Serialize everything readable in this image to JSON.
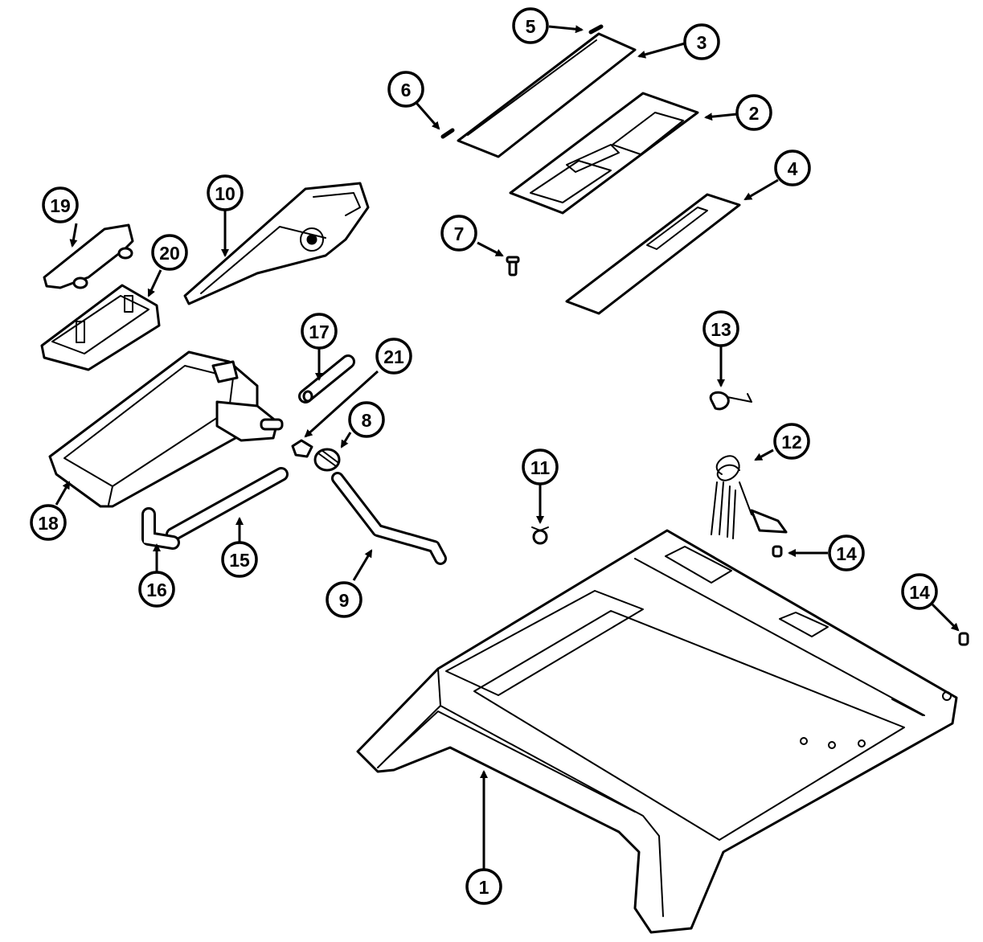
{
  "diagram": {
    "ink_color": "#000000",
    "paper_color": "#ffffff",
    "callouts": [
      {
        "id": "c1",
        "label": "1"
      },
      {
        "id": "c2",
        "label": "2"
      },
      {
        "id": "c3",
        "label": "3"
      },
      {
        "id": "c4",
        "label": "4"
      },
      {
        "id": "c5",
        "label": "5"
      },
      {
        "id": "c6",
        "label": "6"
      },
      {
        "id": "c7",
        "label": "7"
      },
      {
        "id": "c8",
        "label": "8"
      },
      {
        "id": "c9",
        "label": "9"
      },
      {
        "id": "c10",
        "label": "10"
      },
      {
        "id": "c11",
        "label": "11"
      },
      {
        "id": "c12",
        "label": "12"
      },
      {
        "id": "c13",
        "label": "13"
      },
      {
        "id": "c14a",
        "label": "14"
      },
      {
        "id": "c14b",
        "label": "14"
      },
      {
        "id": "c15",
        "label": "15"
      },
      {
        "id": "c16",
        "label": "16"
      },
      {
        "id": "c17",
        "label": "17"
      },
      {
        "id": "c18",
        "label": "18"
      },
      {
        "id": "c19",
        "label": "19"
      },
      {
        "id": "c20",
        "label": "20"
      },
      {
        "id": "c21",
        "label": "21"
      }
    ]
  }
}
